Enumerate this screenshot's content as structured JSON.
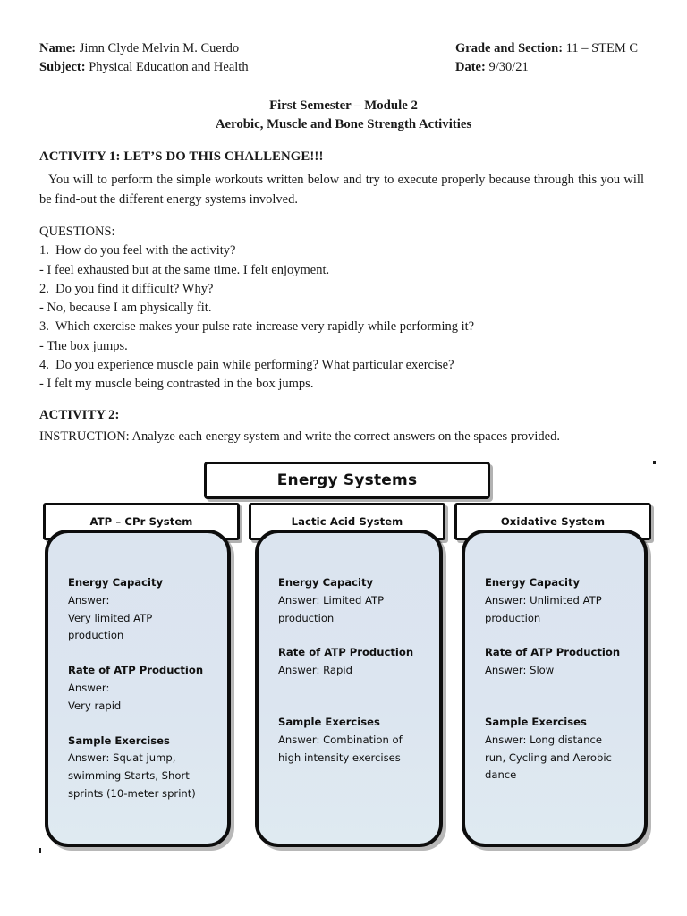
{
  "header": {
    "name_label": "Name:",
    "name_value": " Jimn Clyde Melvin M. Cuerdo",
    "subject_label": "Subject:",
    "subject_value": " Physical Education and Health",
    "grade_label": "Grade and Section:",
    "grade_value": " 11 – STEM C",
    "date_label": "Date:",
    "date_value": " 9/30/21"
  },
  "title": {
    "line1": "First Semester – Module 2",
    "line2": "Aerobic, Muscle and Bone Strength Activities"
  },
  "activity1": {
    "heading": "ACTIVITY 1: LET’S DO THIS CHALLENGE!!!",
    "body": "You will to perform the simple workouts written below and try to execute properly because through this you will be find-out the different energy systems involved.",
    "questions_label": "QUESTIONS:",
    "items": [
      {
        "question": "1.  How do you feel with the activity?",
        "answer": "- I feel exhausted but at the same time. I felt enjoyment."
      },
      {
        "question": "2.  Do you find it difficult? Why?",
        "answer": "- No, because I am physically fit."
      },
      {
        "question": "3.  Which exercise makes your pulse rate increase very rapidly while performing it?",
        "answer": "- The box jumps."
      },
      {
        "question": "4.  Do you experience muscle pain while performing? What particular exercise?",
        "answer": "- I felt my muscle being contrasted in the box jumps."
      }
    ]
  },
  "activity2": {
    "heading": "ACTIVITY 2:",
    "instruction": "INSTRUCTION: Analyze each energy system and write the correct answers on the spaces provided."
  },
  "diagram": {
    "root_label": "Energy Systems",
    "fill_color": "#dce4ef",
    "border_color": "#0d0d0d",
    "columns": [
      {
        "system_label": "ATP – CPr System",
        "sections": [
          {
            "title": "Energy Capacity",
            "answer": "Answer:\nVery limited ATP production"
          },
          {
            "title": "Rate of ATP Production",
            "answer": "Answer:\nVery rapid"
          },
          {
            "title": "Sample Exercises",
            "answer": "Answer: Squat jump, swimming Starts, Short sprints (10-meter sprint)"
          }
        ]
      },
      {
        "system_label": "Lactic Acid System",
        "sections": [
          {
            "title": "Energy Capacity",
            "answer": "Answer: Limited ATP production"
          },
          {
            "title": "Rate of ATP Production",
            "answer": "Answer: Rapid"
          },
          {
            "title": "Sample Exercises",
            "answer": "Answer: Combination of high intensity exercises"
          }
        ]
      },
      {
        "system_label": "Oxidative System",
        "sections": [
          {
            "title": "Energy Capacity",
            "answer": "Answer: Unlimited ATP production"
          },
          {
            "title": "Rate of ATP Production",
            "answer": "Answer: Slow"
          },
          {
            "title": "Sample Exercises",
            "answer": "Answer: Long distance run, Cycling and Aerobic dance"
          }
        ]
      }
    ]
  }
}
